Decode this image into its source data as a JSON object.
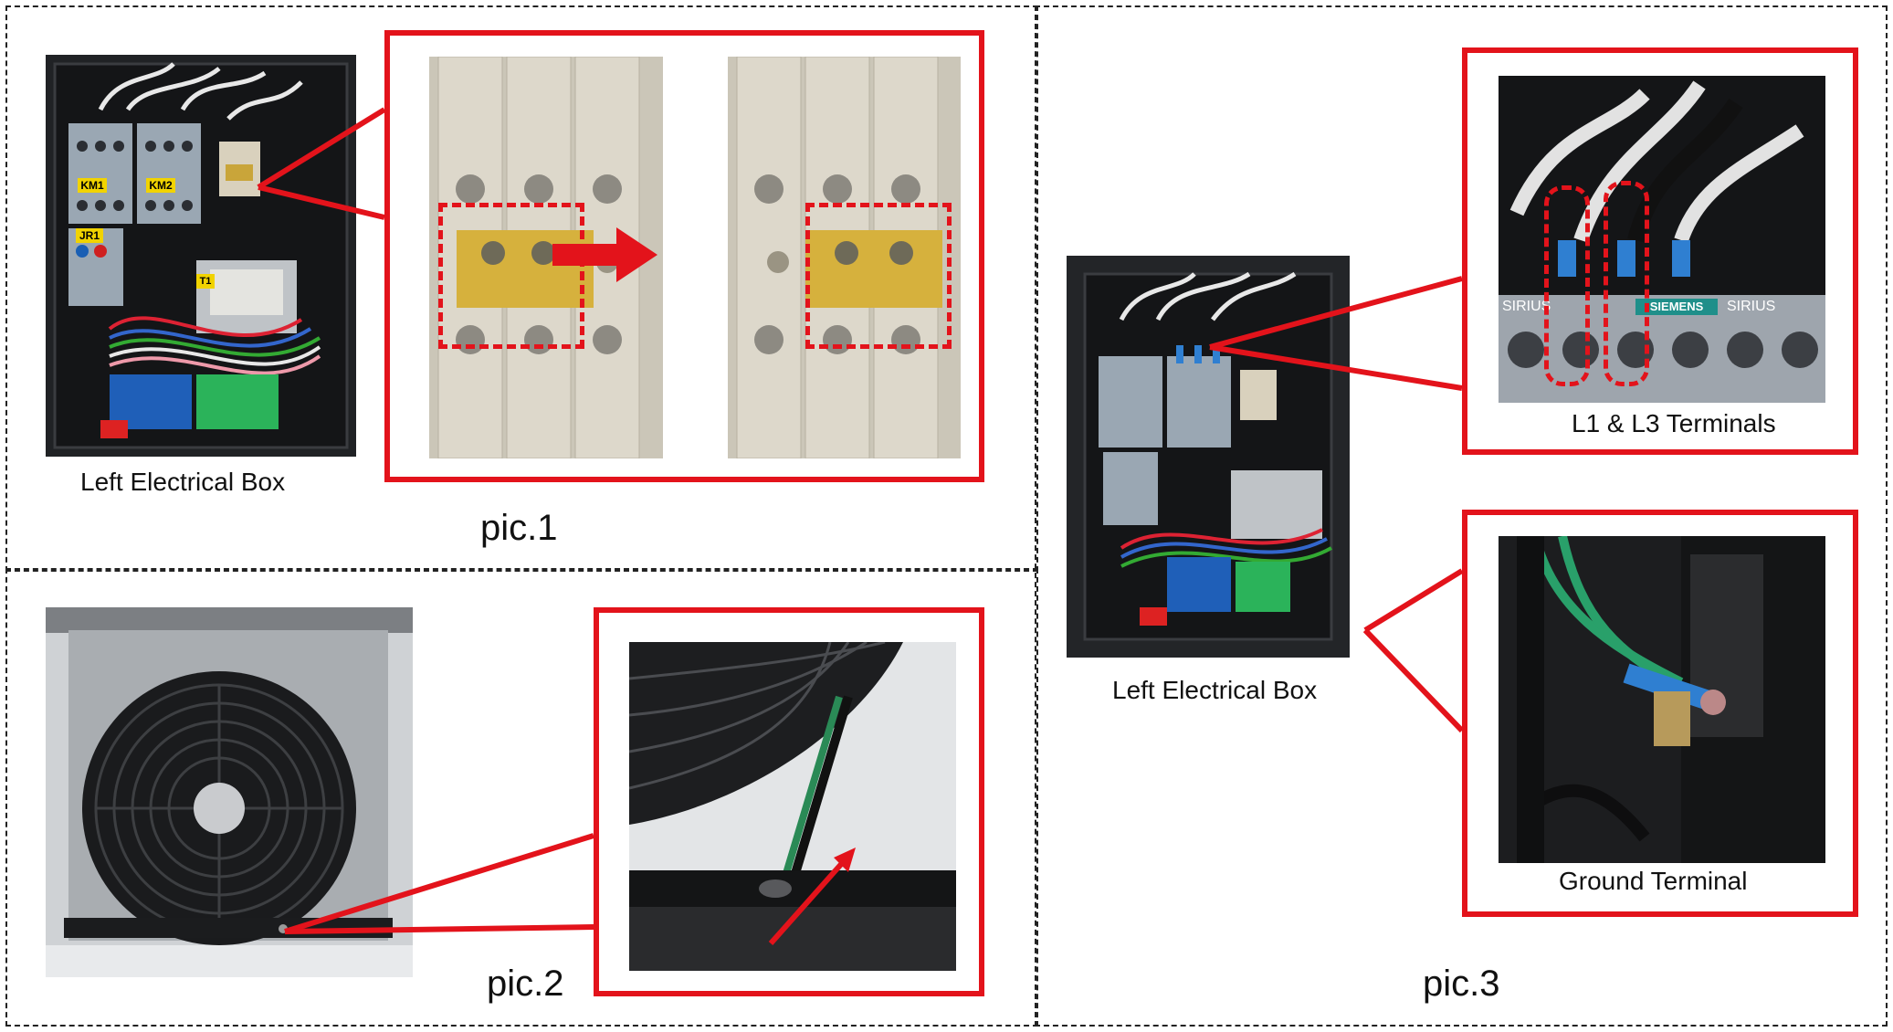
{
  "pic1": {
    "label": "pic.1",
    "left_box_caption": "Left Electrical Box",
    "km1": "KM1",
    "km2": "KM2",
    "jr1": "JR1",
    "t1": "T1"
  },
  "pic2": {
    "label": "pic.2"
  },
  "pic3": {
    "label": "pic.3",
    "left_box_caption": "Left Electrical Box",
    "terminals_caption": "L1 & L3 Terminals",
    "ground_caption": "Ground Terminal",
    "brand": "SIEMENS",
    "series_left": "SIRIUS",
    "series_right": "SIRIUS"
  },
  "colors": {
    "accent_red": "#e3131b",
    "contactor_blue": "#2f7fd1",
    "terminal_yellow": "#d8b23a"
  }
}
